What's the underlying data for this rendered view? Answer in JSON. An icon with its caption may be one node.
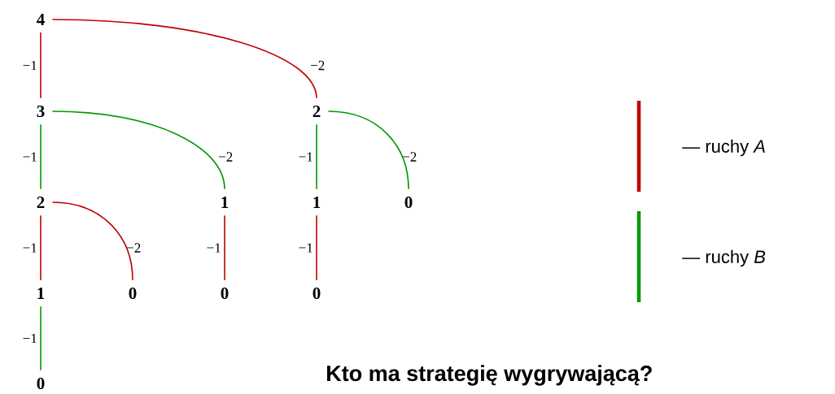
{
  "diagram": {
    "nodes": [
      {
        "text": [
          "4"
        ]
      },
      {
        "text": [
          "3"
        ]
      },
      {
        "text": [
          "2"
        ]
      },
      {
        "text": [
          "2"
        ]
      },
      {
        "text": [
          "1"
        ]
      },
      {
        "text": [
          "1"
        ]
      },
      {
        "text": [
          "0"
        ]
      },
      {
        "text": [
          "1"
        ]
      },
      {
        "text": [
          "0"
        ]
      },
      {
        "text": [
          "0"
        ]
      },
      {
        "text": [
          "0"
        ]
      },
      {
        "text": [
          "0"
        ]
      }
    ],
    "edges": [
      {
        "from": 0,
        "to": 1,
        "arrow": "none",
        "label": "−1",
        "color": "#c00000"
      },
      {
        "from": 0,
        "to": 2,
        "arrow": "none",
        "label": "−2",
        "color": "#c00000"
      },
      {
        "from": 1,
        "to": 3,
        "arrow": "none",
        "label": "−1",
        "color": "#009900"
      },
      {
        "from": 1,
        "to": 4,
        "arrow": "none",
        "label": "−2",
        "color": "#009900"
      },
      {
        "from": 2,
        "to": 5,
        "arrow": "none",
        "label": "−1",
        "color": "#009900"
      },
      {
        "from": 2,
        "to": 6,
        "arrow": "none",
        "label": "−2",
        "color": "#009900"
      },
      {
        "from": 3,
        "to": 7,
        "arrow": "none",
        "label": "−1",
        "color": "#c00000"
      },
      {
        "from": 3,
        "to": 8,
        "arrow": "none",
        "label": "−2",
        "color": "#c00000"
      },
      {
        "from": 4,
        "to": 9,
        "arrow": "none",
        "label": "−1",
        "color": "#c00000"
      },
      {
        "from": 5,
        "to": 10,
        "arrow": "none",
        "label": "−1",
        "color": "#c00000"
      },
      {
        "from": 7,
        "to": 11,
        "arrow": "none",
        "label": "−1",
        "color": "#009900"
      }
    ],
    "labels": [
      "Kto ma strategię wygrywającą?"
    ],
    "legend": [
      {
        "text": "— ruchy *A*"
      },
      {
        "text": "— ruchy *B*"
      }
    ]
  }
}
